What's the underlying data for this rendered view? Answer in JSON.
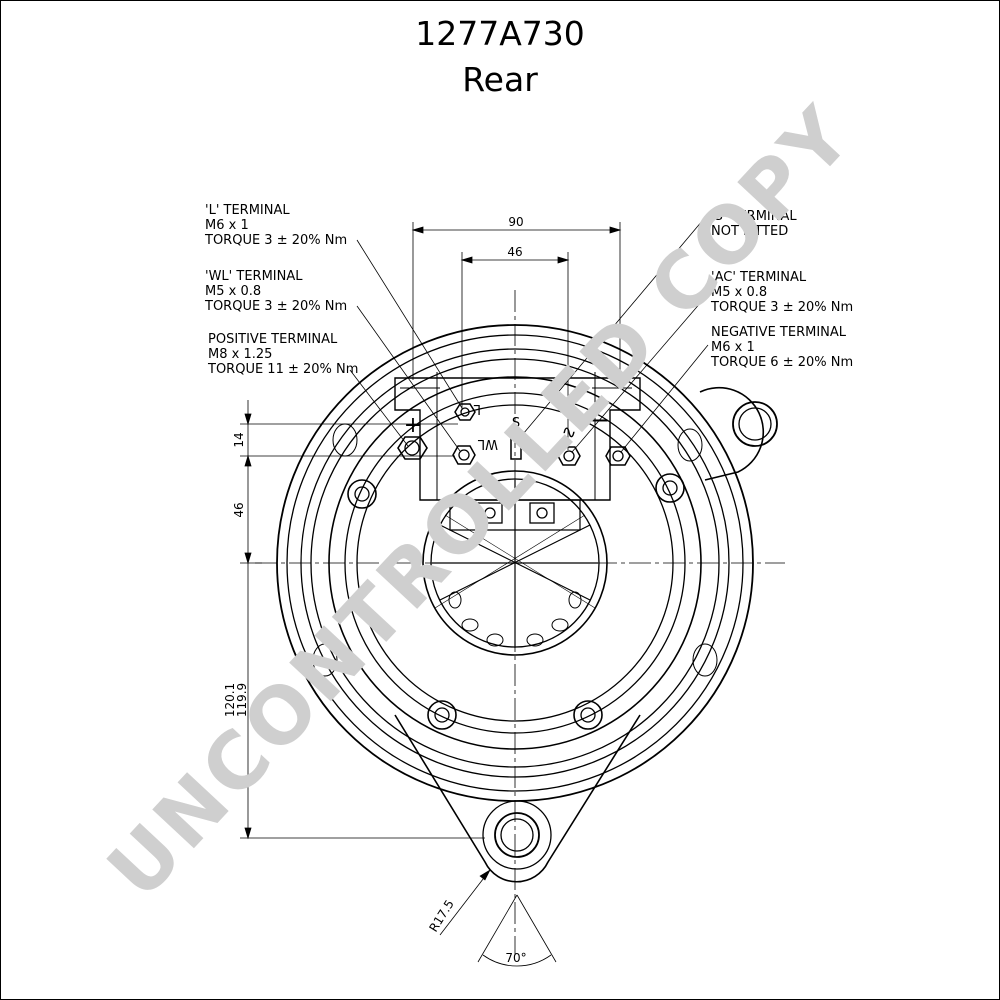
{
  "header": {
    "part_number": "1277A730",
    "view": "Rear"
  },
  "watermark": "UNCONTROLLED COPY",
  "callouts": {
    "l_terminal": [
      "'L' TERMINAL",
      "M6 x 1",
      "TORQUE 3 ± 20% Nm"
    ],
    "wl_terminal": [
      "'WL' TERMINAL",
      "M5 x 0.8",
      "TORQUE 3 ± 20% Nm"
    ],
    "positive_terminal": [
      "POSITIVE TERMINAL",
      "M8 x 1.25",
      "TORQUE 11 ± 20% Nm"
    ],
    "s_terminal": [
      "'S' TERMINAL",
      "NOT FITTED"
    ],
    "ac_terminal": [
      "'AC' TERMINAL",
      "M5 x 0.8",
      "TORQUE 3 ± 20% Nm"
    ],
    "negative_terminal": [
      "NEGATIVE TERMINAL",
      "M6 x 1",
      "TORQUE 6 ± 20% Nm"
    ]
  },
  "dimensions": {
    "width_outer": "90",
    "width_inner": "46",
    "height_14": "14",
    "height_46": "46",
    "height_120_1": "120.1",
    "height_119_9": "119.9",
    "radius": "R17.5",
    "angle": "70°"
  },
  "terminal_symbols": {
    "plus": "+",
    "minus": "−",
    "l": "L",
    "wl": "WL",
    "s": "S",
    "ac": "∿"
  }
}
